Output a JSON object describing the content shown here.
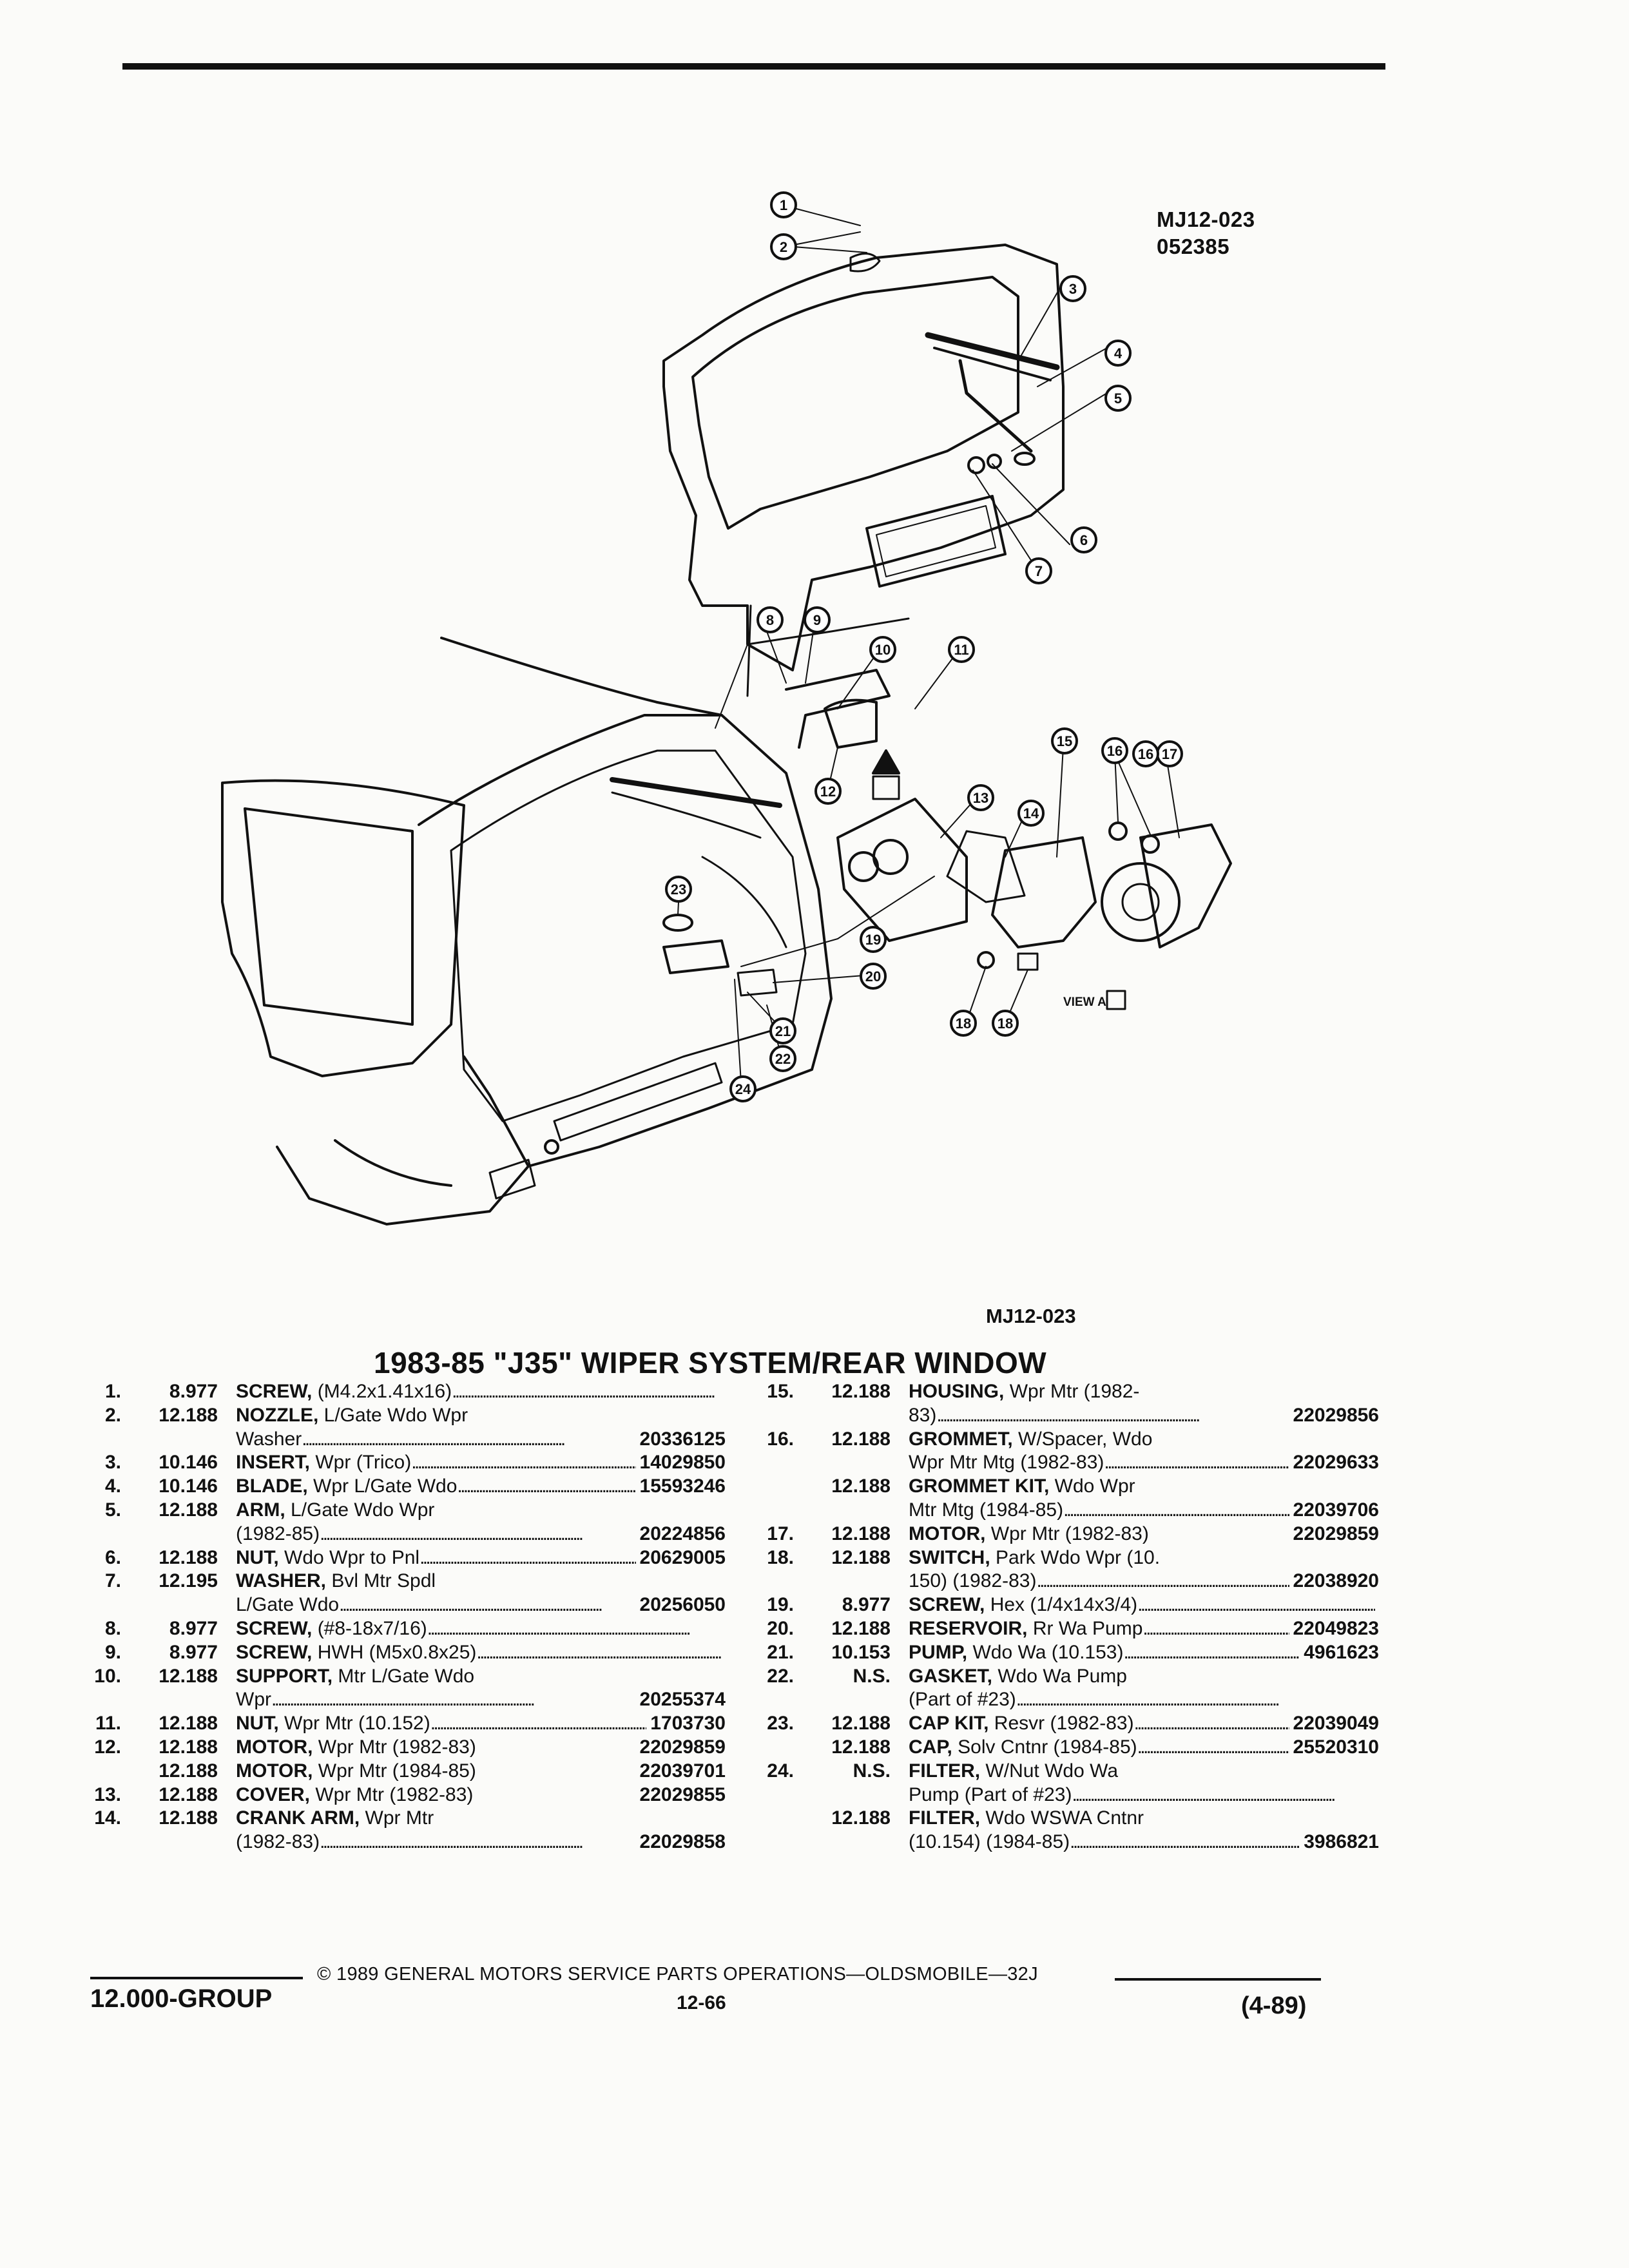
{
  "document": {
    "diagram_id_top": [
      "MJ12-023",
      "052385"
    ],
    "diagram_id_bottom": "MJ12-023",
    "view_label": "VIEW A",
    "title": "1983-85 \"J35\" WIPER SYSTEM/REAR WINDOW",
    "callouts": [
      "1",
      "2",
      "3",
      "4",
      "5",
      "6",
      "7",
      "8",
      "9",
      "10",
      "11",
      "12",
      "13",
      "14",
      "15",
      "16",
      "17",
      "18",
      "19",
      "20",
      "21",
      "22",
      "23",
      "24"
    ]
  },
  "parts_left": [
    {
      "num": "1.",
      "group": "8.977",
      "name": "SCREW,",
      "rest": " (M4.2x1.41x16)",
      "pn": ""
    },
    {
      "num": "2.",
      "group": "12.188",
      "name": "NOZZLE,",
      "rest": " L/Gate Wdo Wpr",
      "pn": "",
      "nodots": true
    },
    {
      "num": "",
      "group": "",
      "name": "",
      "rest": "Washer",
      "pn": "20336125"
    },
    {
      "num": "3.",
      "group": "10.146",
      "name": "INSERT,",
      "rest": " Wpr (Trico)",
      "pn": "14029850"
    },
    {
      "num": "4.",
      "group": "10.146",
      "name": "BLADE,",
      "rest": " Wpr L/Gate Wdo",
      "pn": "15593246"
    },
    {
      "num": "5.",
      "group": "12.188",
      "name": "ARM,",
      "rest": " L/Gate Wdo Wpr",
      "pn": "",
      "nodots": true
    },
    {
      "num": "",
      "group": "",
      "name": "",
      "rest": "(1982-85)",
      "pn": "20224856"
    },
    {
      "num": "6.",
      "group": "12.188",
      "name": "NUT,",
      "rest": " Wdo Wpr to Pnl",
      "pn": "20629005"
    },
    {
      "num": "7.",
      "group": "12.195",
      "name": "WASHER,",
      "rest": " Bvl Mtr Spdl",
      "pn": "",
      "nodots": true
    },
    {
      "num": "",
      "group": "",
      "name": "",
      "rest": "L/Gate Wdo",
      "pn": "20256050"
    },
    {
      "num": "8.",
      "group": "8.977",
      "name": "SCREW,",
      "rest": " (#8-18x7/16)",
      "pn": ""
    },
    {
      "num": "9.",
      "group": "8.977",
      "name": "SCREW,",
      "rest": " HWH (M5x0.8x25)",
      "pn": ""
    },
    {
      "num": "10.",
      "group": "12.188",
      "name": "SUPPORT,",
      "rest": " Mtr L/Gate Wdo",
      "pn": "",
      "nodots": true
    },
    {
      "num": "",
      "group": "",
      "name": "",
      "rest": "Wpr",
      "pn": "20255374"
    },
    {
      "num": "11.",
      "group": "12.188",
      "name": "NUT,",
      "rest": " Wpr Mtr (10.152)",
      "pn": "1703730"
    },
    {
      "num": "12.",
      "group": "12.188",
      "name": "MOTOR,",
      "rest": " Wpr Mtr (1982-83)",
      "pn": "22029859",
      "nodots": true
    },
    {
      "num": "",
      "group": "12.188",
      "name": "MOTOR,",
      "rest": " Wpr Mtr (1984-85)",
      "pn": "22039701",
      "nodots": true
    },
    {
      "num": "13.",
      "group": "12.188",
      "name": "COVER,",
      "rest": " Wpr Mtr (1982-83)",
      "pn": "22029855",
      "nodots": true
    },
    {
      "num": "14.",
      "group": "12.188",
      "name": "CRANK ARM,",
      "rest": " Wpr Mtr",
      "pn": "",
      "nodots": true
    },
    {
      "num": "",
      "group": "",
      "name": "",
      "rest": "(1982-83)",
      "pn": "22029858"
    }
  ],
  "parts_right": [
    {
      "num": "15.",
      "group": "12.188",
      "name": "HOUSING,",
      "rest": " Wpr Mtr (1982-",
      "pn": "",
      "nodots": true
    },
    {
      "num": "",
      "group": "",
      "name": "",
      "rest": "83)",
      "pn": "22029856"
    },
    {
      "num": "16.",
      "group": "12.188",
      "name": "GROMMET,",
      "rest": " W/Spacer, Wdo",
      "pn": "",
      "nodots": true
    },
    {
      "num": "",
      "group": "",
      "name": "",
      "rest": "Wpr Mtr Mtg (1982-83)",
      "pn": "22029633"
    },
    {
      "num": "",
      "group": "12.188",
      "name": "GROMMET KIT,",
      "rest": " Wdo Wpr",
      "pn": "",
      "nodots": true
    },
    {
      "num": "",
      "group": "",
      "name": "",
      "rest": "Mtr Mtg (1984-85)",
      "pn": "22039706"
    },
    {
      "num": "17.",
      "group": "12.188",
      "name": "MOTOR,",
      "rest": " Wpr Mtr (1982-83)",
      "pn": "22029859",
      "nodots": true
    },
    {
      "num": "18.",
      "group": "12.188",
      "name": "SWITCH,",
      "rest": " Park Wdo Wpr (10.",
      "pn": "",
      "nodots": true
    },
    {
      "num": "",
      "group": "",
      "name": "",
      "rest": "150) (1982-83)",
      "pn": "22038920"
    },
    {
      "num": "19.",
      "group": "8.977",
      "name": "SCREW,",
      "rest": " Hex (1/4x14x3/4)",
      "pn": ""
    },
    {
      "num": "20.",
      "group": "12.188",
      "name": "RESERVOIR,",
      "rest": " Rr Wa Pump",
      "pn": "22049823"
    },
    {
      "num": "21.",
      "group": "10.153",
      "name": "PUMP,",
      "rest": " Wdo Wa (10.153)",
      "pn": "4961623"
    },
    {
      "num": "22.",
      "group": "N.S.",
      "name": "GASKET,",
      "rest": " Wdo Wa Pump",
      "pn": "",
      "nodots": true
    },
    {
      "num": "",
      "group": "",
      "name": "",
      "rest": "(Part of #23)",
      "pn": ""
    },
    {
      "num": "23.",
      "group": "12.188",
      "name": "CAP KIT,",
      "rest": " Resvr (1982-83)",
      "pn": "22039049"
    },
    {
      "num": "",
      "group": "12.188",
      "name": "CAP,",
      "rest": " Solv Cntnr (1984-85)",
      "pn": "25520310"
    },
    {
      "num": "24.",
      "group": "N.S.",
      "name": "FILTER,",
      "rest": " W/Nut Wdo Wa",
      "pn": "",
      "nodots": true
    },
    {
      "num": "",
      "group": "",
      "name": "",
      "rest": "Pump (Part of #23)",
      "pn": ""
    },
    {
      "num": "",
      "group": "12.188",
      "name": "FILTER,",
      "rest": " Wdo WSWA Cntnr",
      "pn": "",
      "nodots": true
    },
    {
      "num": "",
      "group": "",
      "name": "",
      "rest": "(10.154) (1984-85)",
      "pn": "3986821"
    }
  ],
  "footer": {
    "group": "12.000-GROUP",
    "copyright": "© 1989 GENERAL MOTORS SERVICE PARTS OPERATIONS—OLDSMOBILE—32J",
    "page": "12-66",
    "date": "(4-89)"
  }
}
